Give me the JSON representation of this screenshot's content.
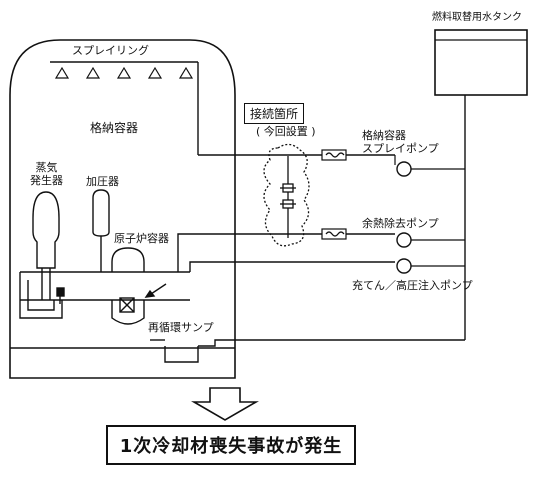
{
  "labels": {
    "spray_ring": "スプレイリング",
    "containment_vessel": "格納容器",
    "steam_generator": "蒸気\n発生器",
    "pressurizer": "加圧器",
    "reactor_vessel": "原子炉容器",
    "recirculation_sump": "再循環サンプ",
    "connection_point": "接続箇所",
    "newly_installed": "( 今回設置 )",
    "containment_spray_pump": "格納容器\nスプレイポンプ",
    "residual_heat_removal_pump": "余熱除去ポンプ",
    "charging_hp_injection_pump": "充てん／高圧注入ポンプ",
    "refueling_water_tank": "燃料取替用水タンク"
  },
  "event": {
    "text": "1次冷却材喪失事故が発生"
  }
}
